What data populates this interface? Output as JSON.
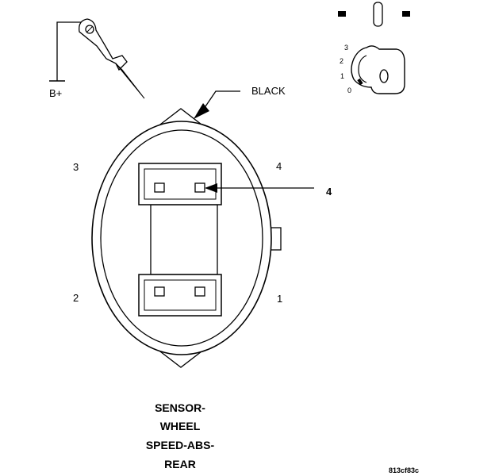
{
  "probe": {
    "label": "B+"
  },
  "connector": {
    "wire_color_label": "BLACK",
    "cavity_numbers": [
      "1",
      "2",
      "3",
      "4"
    ],
    "callout_cavity": "4"
  },
  "ignition": {
    "positions": [
      "3",
      "2",
      "1",
      "0"
    ]
  },
  "caption": {
    "lines": [
      "SENSOR-",
      "WHEEL",
      "SPEED-ABS-",
      "REAR"
    ]
  },
  "figure_code": "813cf83c"
}
